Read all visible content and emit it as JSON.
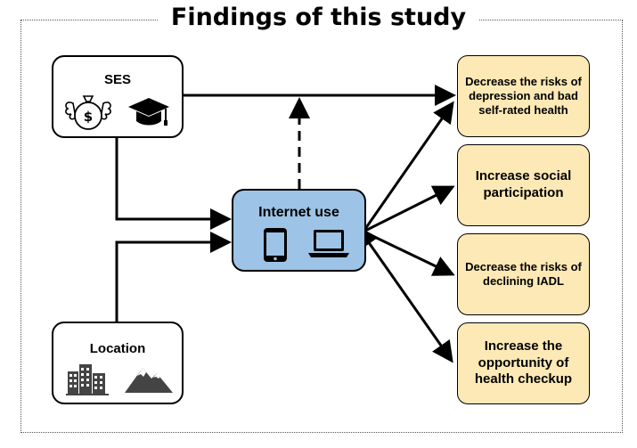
{
  "title": "Findings of this study",
  "nodes": {
    "ses": {
      "label": "SES",
      "icons": [
        "money-bag-icon",
        "graduation-cap-icon"
      ]
    },
    "internet": {
      "label": "Internet use",
      "icons": [
        "smartphone-icon",
        "laptop-icon"
      ]
    },
    "location": {
      "label": "Location",
      "icons": [
        "city-buildings-icon",
        "mountain-icon"
      ]
    }
  },
  "outcomes": [
    {
      "label": "Decrease the risks of depression and bad self-rated health"
    },
    {
      "label": "Increase social participation"
    },
    {
      "label": "Decrease the risks of declining IADL"
    },
    {
      "label": "Increase the opportunity of health checkup"
    }
  ],
  "colors": {
    "internet_fill": "#9dc3e6",
    "outcome_fill": "#fde9b5",
    "line": "#000000"
  }
}
